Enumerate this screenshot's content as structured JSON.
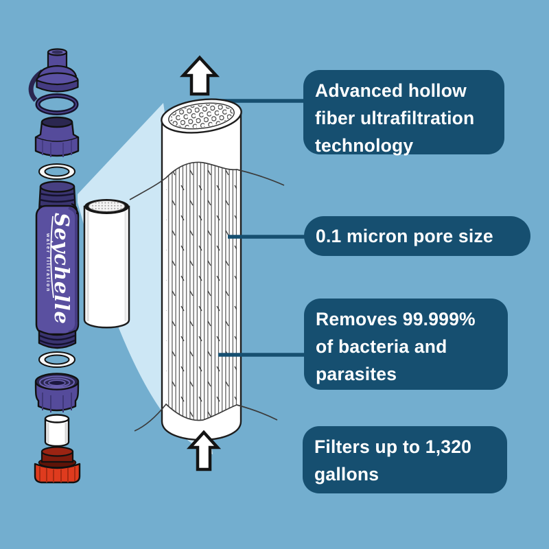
{
  "colors": {
    "background": "#73aecf",
    "callout_box": "#164f70",
    "callout_text": "#ffffff",
    "beam": "#cde7f5",
    "bottle_purple": "#554b9b",
    "bottle_band_indigo": "#3a3470",
    "cap_red": "#df3b1e",
    "cap_red_dark": "#8a1d0f",
    "line_dark": "#164f70"
  },
  "callouts": [
    {
      "text": "Advanced hollow fiber ultrafiltration technology"
    },
    {
      "text": "0.1 micron pore size"
    },
    {
      "text": "Removes 99.999% of bacteria and parasites"
    },
    {
      "text": "Filters up to 1,320 gallons"
    }
  ],
  "bottle": {
    "brand": "Seychelle",
    "tagline": "water filtration"
  },
  "icons": {
    "flow_top": "up-arrow",
    "flow_bottom": "up-arrow"
  }
}
